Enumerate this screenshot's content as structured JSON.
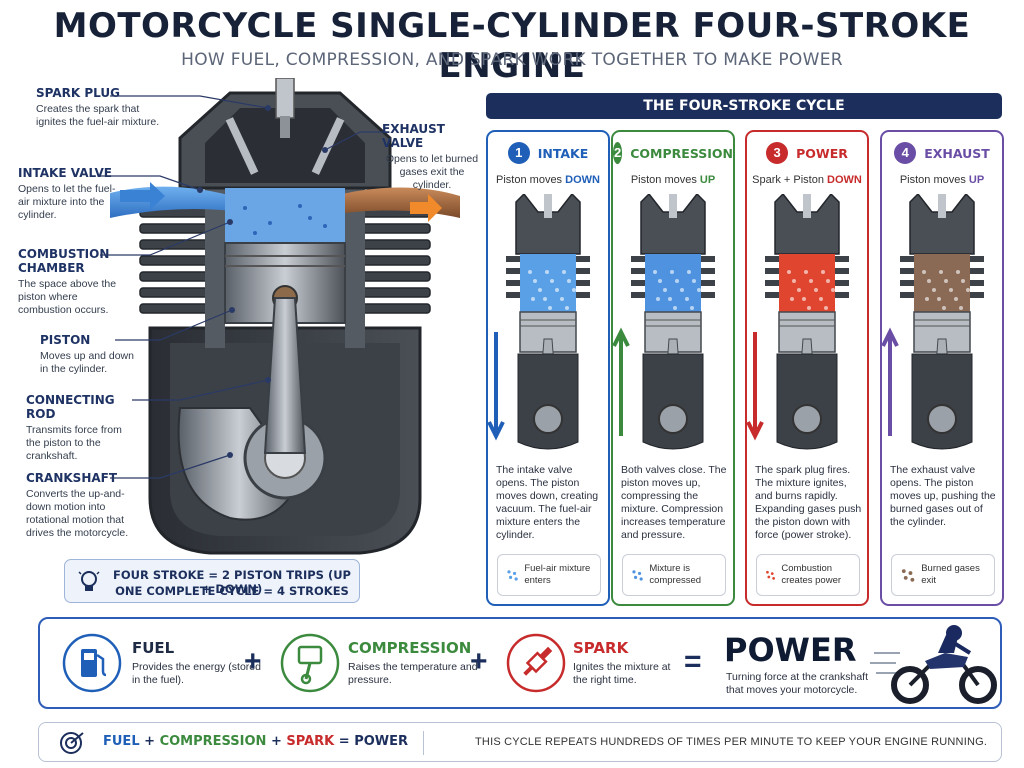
{
  "header": {
    "title": "MOTORCYCLE SINGLE-CYLINDER FOUR-STROKE ENGINE",
    "subtitle": "HOW FUEL, COMPRESSION, AND SPARK WORK TOGETHER TO MAKE POWER"
  },
  "labels": {
    "spark_plug": {
      "title": "SPARK PLUG",
      "desc": "Creates the spark that ignites the fuel-air mixture."
    },
    "intake_valve": {
      "title": "INTAKE VALVE",
      "desc": "Opens to let the fuel-air mixture into the cylinder."
    },
    "combustion_chamber": {
      "title": "COMBUSTION CHAMBER",
      "desc": "The space above the piston where combustion occurs."
    },
    "piston": {
      "title": "PISTON",
      "desc": "Moves up and down in the cylinder."
    },
    "connecting_rod": {
      "title": "CONNECTING ROD",
      "desc": "Transmits force from the piston to the crankshaft."
    },
    "crankshaft": {
      "title": "CRANKSHAFT",
      "desc": "Converts the up-and-down motion into rotational motion that drives the motorcycle."
    },
    "exhaust_valve": {
      "title": "EXHAUST VALVE",
      "desc": "Opens to let burned gases exit the cylinder."
    }
  },
  "summary": {
    "line1": "FOUR STROKE = 2 PISTON TRIPS (UP + DOWN)",
    "line2": "ONE COMPLETE CYCLE = 4 STROKES"
  },
  "cycle": {
    "banner": "THE FOUR-STROKE CYCLE",
    "strokes": [
      {
        "num": "1",
        "name": "INTAKE",
        "sub_pre": "Piston moves ",
        "sub_em": "DOWN",
        "color": "#1f5fb8",
        "desc": "The intake valve opens. The piston moves down, creating vacuum. The fuel-air mixture enters the cylinder.",
        "foot": "Fuel-air mixture enters",
        "fill": "#5aa0e6",
        "direction": "down"
      },
      {
        "num": "2",
        "name": "COMPRESSION",
        "sub_pre": "Piston moves ",
        "sub_em": "UP",
        "color": "#3b8a3e",
        "desc": "Both valves close. The piston moves up, compressing the mixture. Compression increases temperature and pressure.",
        "foot": "Mixture is compressed",
        "fill": "#4f93e0",
        "direction": "up"
      },
      {
        "num": "3",
        "name": "POWER",
        "sub_pre": "Spark + Piston ",
        "sub_em": "DOWN",
        "color": "#c72b2b",
        "desc": "The spark plug fires. The mixture ignites, and burns rapidly. Expanding gases push the piston down with force (power stroke).",
        "foot": "Combustion creates power",
        "fill": "#e0462f",
        "direction": "down"
      },
      {
        "num": "4",
        "name": "EXHAUST",
        "sub_pre": "Piston moves ",
        "sub_em": "UP",
        "color": "#6a4ea6",
        "desc": "The exhaust valve opens. The piston moves up, pushing the burned gases out of the cylinder.",
        "foot": "Burned gases exit",
        "fill": "#8a6a55",
        "direction": "up"
      }
    ]
  },
  "equation": {
    "fuel": {
      "title": "FUEL",
      "desc": "Provides the energy (stored in the fuel).",
      "color": "#1f5fb8"
    },
    "compression": {
      "title": "COMPRESSION",
      "desc": "Raises the temperature and pressure.",
      "color": "#3b8a3e"
    },
    "spark": {
      "title": "SPARK",
      "desc": "Ignites the mixture at the right time.",
      "color": "#c72b2b"
    },
    "plus": "+",
    "equals": "=",
    "power": {
      "title": "POWER",
      "desc": "Turning force at the crankshaft that moves your motorcycle."
    }
  },
  "footer": {
    "fuel": "FUEL",
    "compression": "COMPRESSION",
    "spark": "SPARK",
    "power": "POWER",
    "plus": "+",
    "equals": "=",
    "note": "THIS CYCLE REPEATS HUNDREDS OF TIMES PER MINUTE TO KEEP YOUR ENGINE RUNNING."
  }
}
